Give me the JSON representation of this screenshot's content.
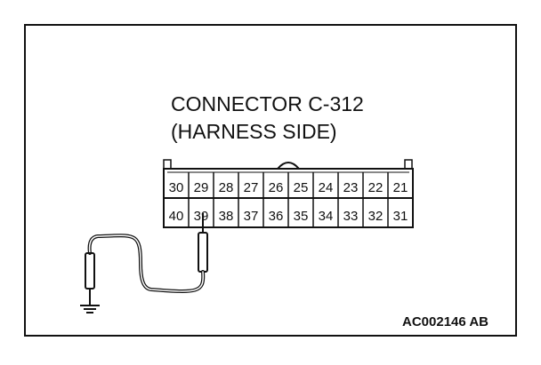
{
  "connector": {
    "title_line1": "CONNECTOR C-312",
    "title_line2": "(HARNESS SIDE)",
    "top_row_pins": [
      "30",
      "29",
      "28",
      "27",
      "26",
      "25",
      "24",
      "23",
      "22",
      "21"
    ],
    "bottom_row_pins": [
      "40",
      "39",
      "38",
      "37",
      "36",
      "35",
      "34",
      "33",
      "32",
      "31"
    ],
    "probe_pin": "39"
  },
  "figure_code": "AC002146 AB",
  "colors": {
    "line": "#111111",
    "background": "#ffffff"
  }
}
